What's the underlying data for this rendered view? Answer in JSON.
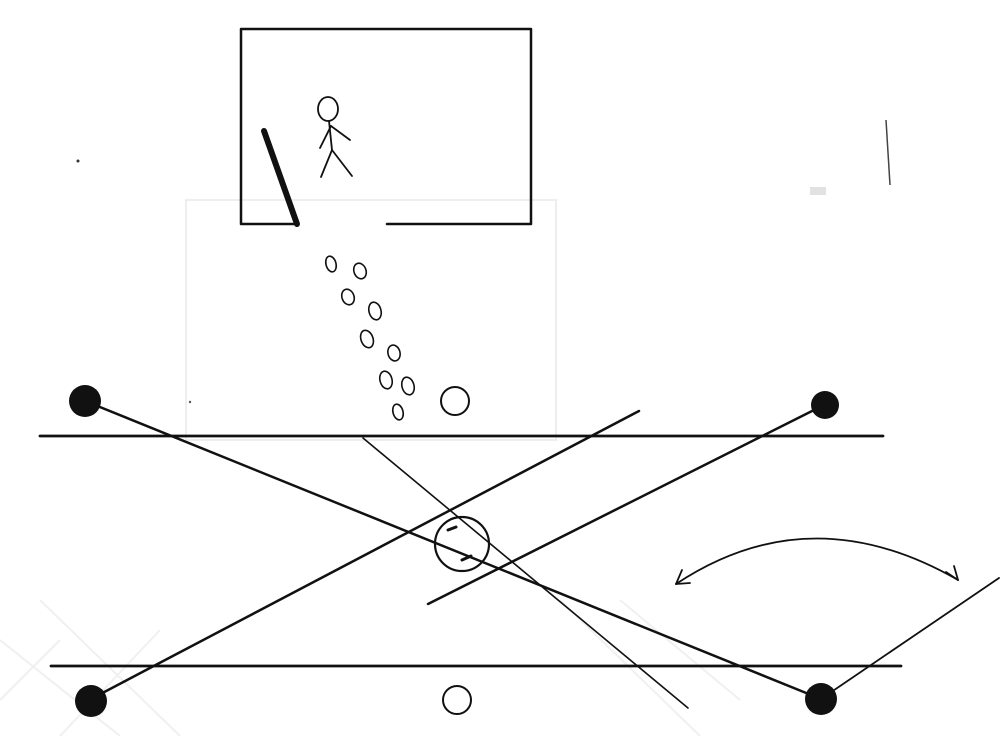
{
  "diagram": {
    "colors": {
      "ink": "#111111",
      "paper": "#ffffff",
      "ghost": "#ececec"
    },
    "elements": {
      "screen_frame": "window-frame",
      "figure": "stick-figure-icon",
      "ramp": "ramp-bar",
      "dots": "falling-dots",
      "mechanism": "scissor-mechanism",
      "rotation": "rotation-arrow-icon",
      "pivots": "pivot-joint"
    }
  }
}
